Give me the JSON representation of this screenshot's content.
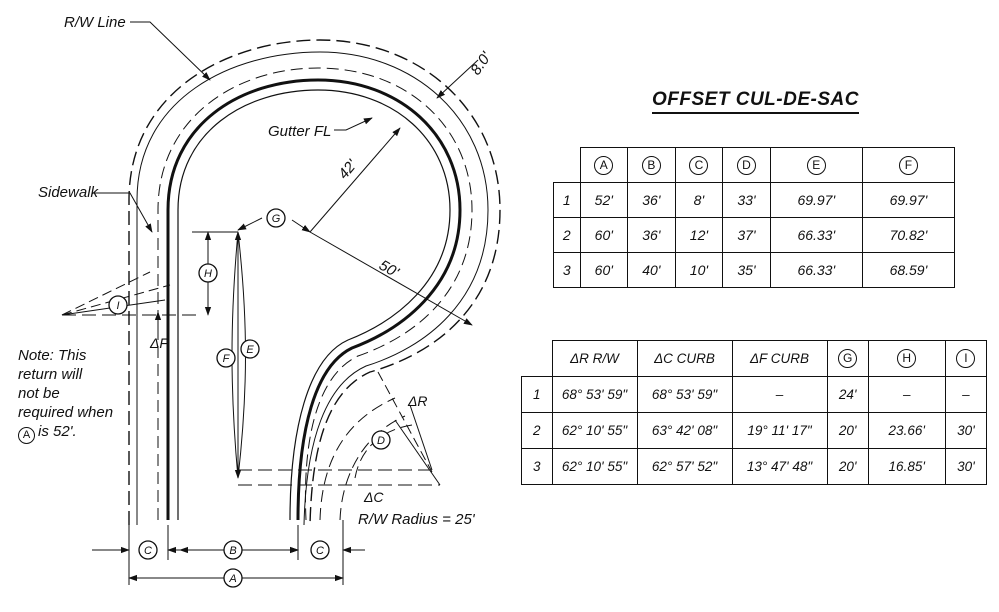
{
  "drawing": {
    "labels": {
      "rw_line": "R/W Line",
      "offset_8": "8.0'",
      "gutter_fl": "Gutter FL",
      "dim_42": "42'",
      "dim_50": "50'",
      "sidewalk": "Sidewalk",
      "delta_f": "ΔF",
      "delta_r": "ΔR",
      "delta_c": "ΔC",
      "rw_radius": "R/W Radius = 25'"
    },
    "callouts": {
      "a": "A",
      "b": "B",
      "c": "C",
      "d": "D",
      "e": "E",
      "f": "F",
      "g": "G",
      "h": "H",
      "i": "I"
    },
    "note": {
      "lines": [
        "Note: This",
        "return will",
        "not be",
        "required when"
      ],
      "last_circle": "A",
      "last_text": "is 52'."
    }
  },
  "table1": {
    "title": "OFFSET CUL-DE-SAC",
    "headers": [
      "A",
      "B",
      "C",
      "D",
      "E",
      "F"
    ],
    "rows": [
      {
        "id": "1",
        "values": [
          "52'",
          "36'",
          "8'",
          "33'",
          "69.97'",
          "69.97'"
        ]
      },
      {
        "id": "2",
        "values": [
          "60'",
          "36'",
          "12'",
          "37'",
          "66.33'",
          "70.82'"
        ]
      },
      {
        "id": "3",
        "values": [
          "60'",
          "40'",
          "10'",
          "35'",
          "66.33'",
          "68.59'"
        ]
      }
    ]
  },
  "table2": {
    "headers": [
      "ΔR  R/W",
      "ΔC  CURB",
      "ΔF  CURB"
    ],
    "circle_headers": [
      "G",
      "H",
      "I"
    ],
    "rows": [
      {
        "id": "1",
        "values": [
          "68° 53' 59\"",
          "68° 53' 59\"",
          "–",
          "24'",
          "–",
          "–"
        ]
      },
      {
        "id": "2",
        "values": [
          "62° 10' 55\"",
          "63° 42' 08\"",
          "19° 11' 17\"",
          "20'",
          "23.66'",
          "30'"
        ]
      },
      {
        "id": "3",
        "values": [
          "62° 10' 55\"",
          "62° 57' 52\"",
          "13° 47' 48\"",
          "20'",
          "16.85'",
          "30'"
        ]
      }
    ]
  }
}
